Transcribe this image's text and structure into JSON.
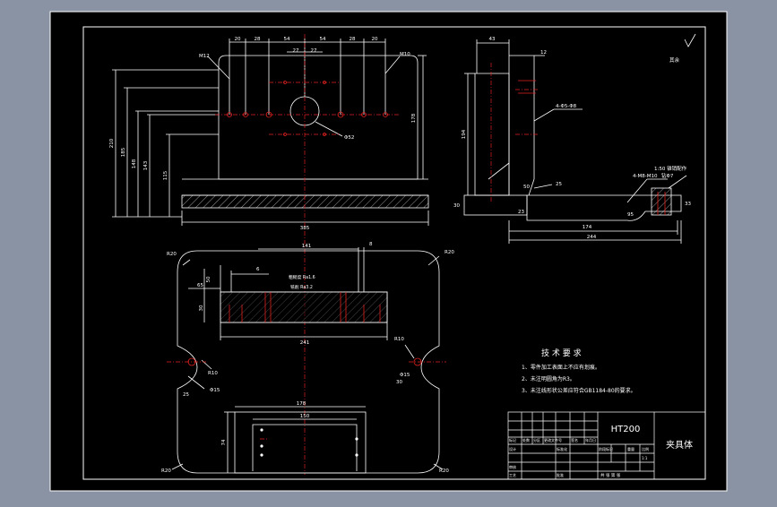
{
  "colors": {
    "window_bg": "#8a93a3",
    "sheet": "#000000",
    "line": "#ffffff",
    "center": "#e02020",
    "dim": "#ffffff",
    "note": "#ffffff",
    "hatch": "#ffffff"
  },
  "top_view": {
    "top_dims": [
      "20",
      "28",
      "54",
      "54",
      "28",
      "20"
    ],
    "inner_dims": [
      "27",
      "27"
    ],
    "labels": {
      "m12": "M12",
      "m10": "M10",
      "phi52": "Φ52"
    },
    "left_dims": [
      "210",
      "185",
      "148",
      "143",
      "115"
    ],
    "right_dim": "178",
    "bottom_dim": "385"
  },
  "side_view": {
    "top_dim": "43",
    "top_right": "12",
    "note_holes": "4-Φ5-Φ8",
    "left_dims": [
      "194",
      "30"
    ],
    "bottom_dims": [
      "174",
      "244"
    ],
    "note_a": "4-M8-M10",
    "note_b": "1:50 锥销配作",
    "note_c": "钻Φ7",
    "small_dims": [
      "25",
      "95",
      "23",
      "33",
      "50"
    ],
    "label_r": "其余"
  },
  "bottom_view": {
    "r_labels": [
      "R20",
      "R20",
      "R20",
      "R20"
    ],
    "dims": [
      "141",
      "8",
      "65",
      "6",
      "50",
      "30",
      "241",
      "178",
      "150",
      "74"
    ],
    "labels": {
      "p1": "R10",
      "p2": "Φ15",
      "p3": "25",
      "p4": "30",
      "p5": "R10",
      "p6": "Φ15"
    },
    "callout_1": "粗糙度 Ra1.6",
    "callout_2": "铣削 Ra3.2"
  },
  "tech_req": {
    "title": "技 术 要 求",
    "items": [
      "1、零件加工表面上不应有划痕。",
      "2、未注明圆角为R3。",
      "3、未注线形状公差应符合GB1184-80的要求。"
    ]
  },
  "title_block": {
    "material": "HT200",
    "part_name": "夹具体",
    "row_labels": [
      "标记",
      "处数",
      "分区",
      "更改文件号",
      "签名",
      "年月日"
    ],
    "roles": [
      "设计",
      "审核",
      "工艺"
    ],
    "fields": [
      "标准化",
      "批准",
      "阶段标记",
      "重量",
      "比例"
    ],
    "scale": "1:1",
    "sheet_info": "共   张   第   张"
  }
}
